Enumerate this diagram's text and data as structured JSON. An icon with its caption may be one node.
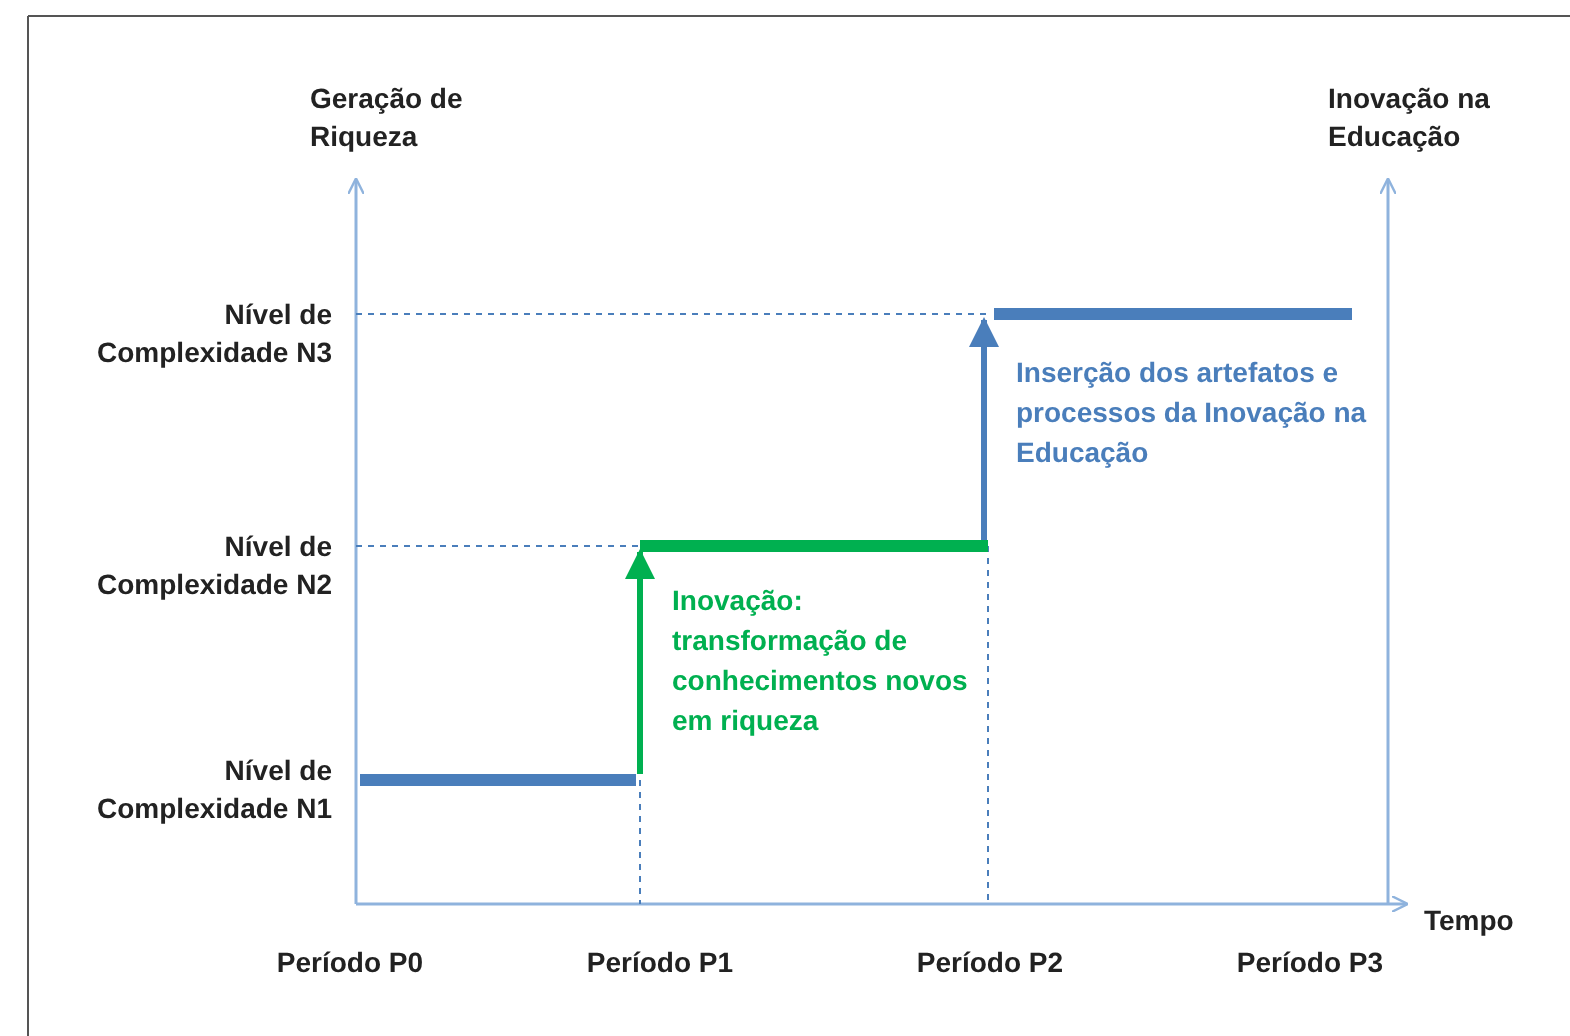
{
  "diagram": {
    "nodes": [
      {
        "text": [],
        "shape": "bar"
      },
      {
        "text": [],
        "shape": "bar"
      },
      {
        "text": [],
        "shape": "bar"
      }
    ],
    "edges": [
      {
        "from": 0,
        "to": 1,
        "arrow": "to",
        "color": "#00b050",
        "label": "Inovação: transformação de conhecimentos novos em riqueza"
      },
      {
        "from": 1,
        "to": 2,
        "arrow": "to",
        "color": "#4a7ebb",
        "label": "Inserção dos artefatos e processos da Inovação na Educação"
      }
    ],
    "labels": [
      "Geração de Riqueza",
      "Inovação na Educação",
      "Nível de Complexidade N3",
      "Nível de Complexidade N2",
      "Nível de Complexidade N1",
      "Tempo",
      "Período P0",
      "Período P1",
      "Período P2",
      "Período P3"
    ]
  }
}
